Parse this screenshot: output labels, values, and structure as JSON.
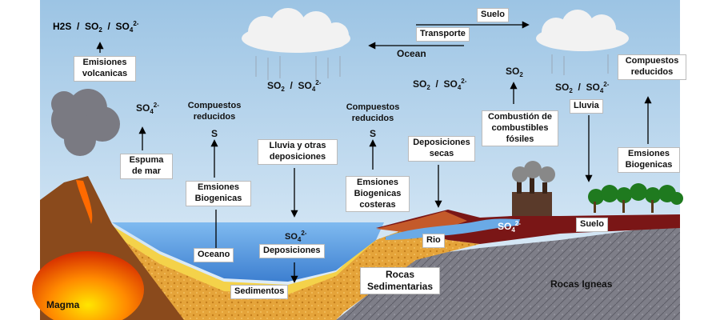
{
  "labels": {
    "h2s": "H2S",
    "so2": "SO",
    "so2_sub": "2",
    "so4": "SO",
    "so4_sub": "4",
    "so4_sup": "2-",
    "slash": "/",
    "emisiones_volcanicas": "Emisiones volcanicas",
    "espuma_de_mar": "Espuma de mar",
    "compuestos_reducidos": "Compuestos reducidos",
    "s": "S",
    "emsiones_biogenicas_ocean": "Emsiones Biogenicas",
    "oceano": "Oceano",
    "lluvia_y_otras_deposiciones": "Lluvia y otras deposiciones",
    "deposiciones": "Deposiciones",
    "sedimentos": "Sedimentos",
    "emsiones_biogenicas_costeras": "Emsiones Biogenicas costeras",
    "rocas_sedimentarias": "Rocas Sedimentarias",
    "deposiciones_secas": "Deposiciones secas",
    "rio": "Rio",
    "suelo_top": "Suelo",
    "transporte": "Transporte",
    "ocean": "Ocean",
    "combustion": "Combustión de combustibles fósiles",
    "lluvia": "Lluvia",
    "compuestos_reducidos_right": "Compuestos reducidos",
    "emsiones_biogenicas_right": "Emsiones Biogenicas",
    "suelo_bottom": "Suelo",
    "rocas_igneas": "Rocas Igneas",
    "magma": "Magma"
  },
  "colors": {
    "sky": "#b8d6ea",
    "ocean": "#5a9ee0",
    "sediment": "#e0a63a",
    "soil": "#7a1414",
    "igneous": "#7c7c86",
    "volcano": "#8a4a1c",
    "magma": "#ff5a00"
  }
}
